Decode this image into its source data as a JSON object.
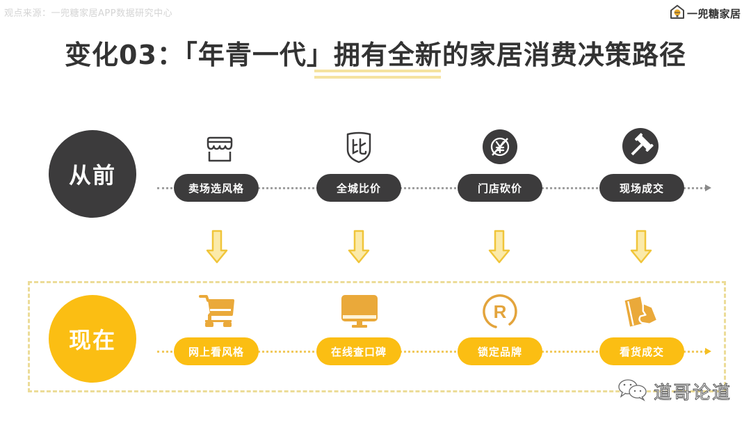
{
  "header": {
    "source": "观点来源：一兜糖家居APP数据研究中心",
    "logo_text": "一兜糖家居",
    "title": "变化03：「年青一代」拥有全新的家居消费决策路径"
  },
  "colors": {
    "dark": "#3c3b3c",
    "gold": "#fbbe13",
    "icon_gold": "#eaa93a",
    "dash": "#ecdc98",
    "arrow_fill": "#fbeaa9",
    "arrow_stroke": "#f0c53a"
  },
  "past": {
    "label": "从前",
    "steps": [
      {
        "label": "卖场选风格",
        "icon": "storefront-icon"
      },
      {
        "label": "全城比价",
        "icon": "shield-compare-icon"
      },
      {
        "label": "门店砍价",
        "icon": "no-yuan-icon"
      },
      {
        "label": "现场成交",
        "icon": "gavel-icon"
      }
    ]
  },
  "now": {
    "label": "现在",
    "steps": [
      {
        "label": "网上看风格",
        "icon": "shopping-cart-icon"
      },
      {
        "label": "在线查口碑",
        "icon": "monitor-icon"
      },
      {
        "label": "锁定品牌",
        "icon": "registered-trademark-icon"
      },
      {
        "label": "看货成交",
        "icon": "hand-card-icon"
      }
    ]
  },
  "watermark": {
    "text": "道哥论道",
    "icon": "wechat-icon"
  }
}
